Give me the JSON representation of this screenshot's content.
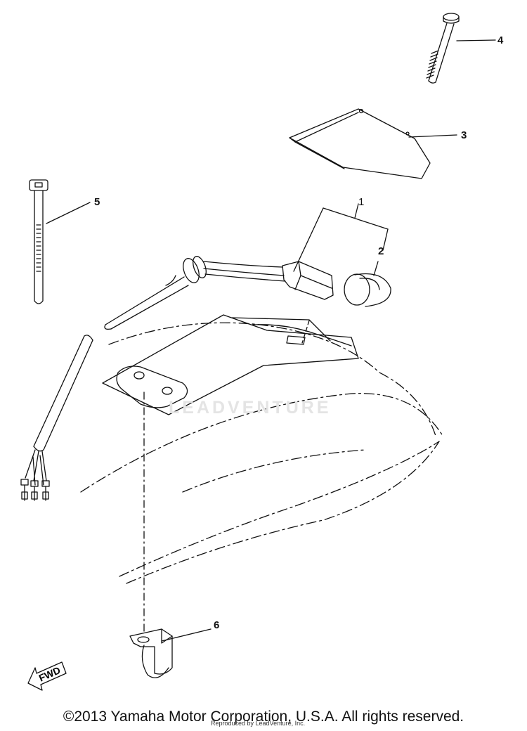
{
  "callouts": {
    "c1": "1",
    "c2": "2",
    "c3": "3",
    "c4": "4",
    "c5": "5",
    "c6": "6"
  },
  "fwd_label": "FWD",
  "watermark_text": "LEADVENTURE",
  "copyright": "©2013 Yamaha Motor Corporation, U.S.A. All rights reserved.",
  "reproduced_note": "Reproduced by LeadVenture, Inc."
}
